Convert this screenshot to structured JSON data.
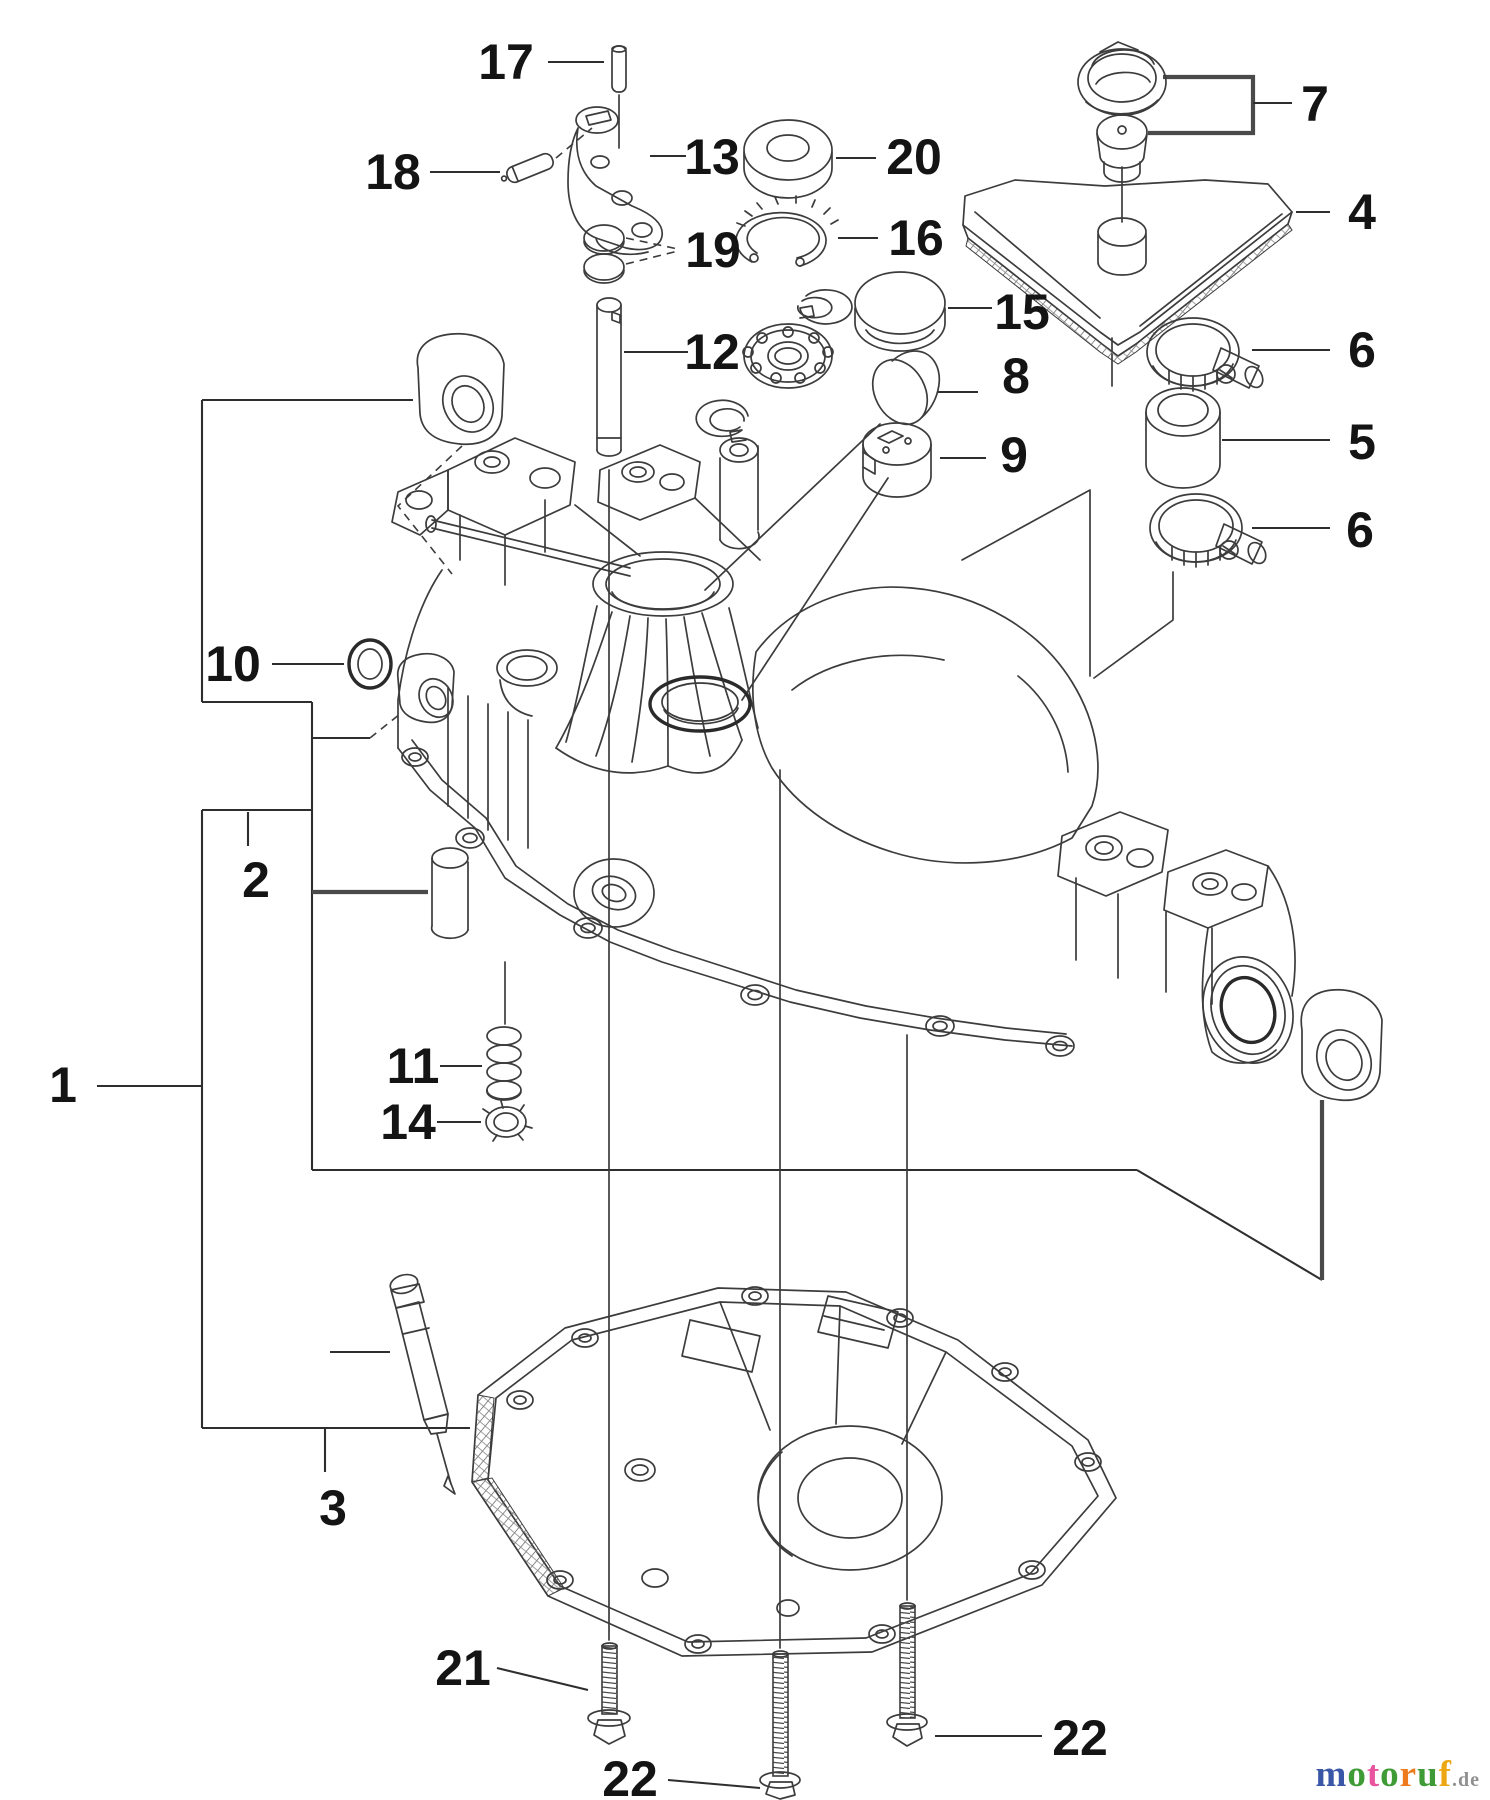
{
  "diagram": {
    "background": "#ffffff",
    "ink_color": "#3c3c3c",
    "label_color": "#141414"
  },
  "callouts": [
    {
      "label": "1"
    },
    {
      "label": "2"
    },
    {
      "label": "3"
    },
    {
      "label": "4"
    },
    {
      "label": "5"
    },
    {
      "label": "6"
    },
    {
      "label": "6"
    },
    {
      "label": "7"
    },
    {
      "label": "8"
    },
    {
      "label": "9"
    },
    {
      "label": "10"
    },
    {
      "label": "11"
    },
    {
      "label": "12"
    },
    {
      "label": "13"
    },
    {
      "label": "14"
    },
    {
      "label": "15"
    },
    {
      "label": "16"
    },
    {
      "label": "17"
    },
    {
      "label": "18"
    },
    {
      "label": "19"
    },
    {
      "label": "20"
    },
    {
      "label": "21"
    },
    {
      "label": "22"
    },
    {
      "label": "22"
    }
  ],
  "watermark": {
    "letters": [
      {
        "ch": "m",
        "style": "color:#3a57a7"
      },
      {
        "ch": "o",
        "style": "color:#3f9b35"
      },
      {
        "ch": "t",
        "style": "color:#e8559e"
      },
      {
        "ch": "o",
        "style": "color:#3f9b35"
      },
      {
        "ch": "r",
        "style": "color:#ee7c1e"
      },
      {
        "ch": "u",
        "style": "color:#3f9b35"
      },
      {
        "ch": "f",
        "style": "color:#eda714"
      }
    ],
    "suffix": ".de",
    "suffix_style": "color:#909090"
  }
}
